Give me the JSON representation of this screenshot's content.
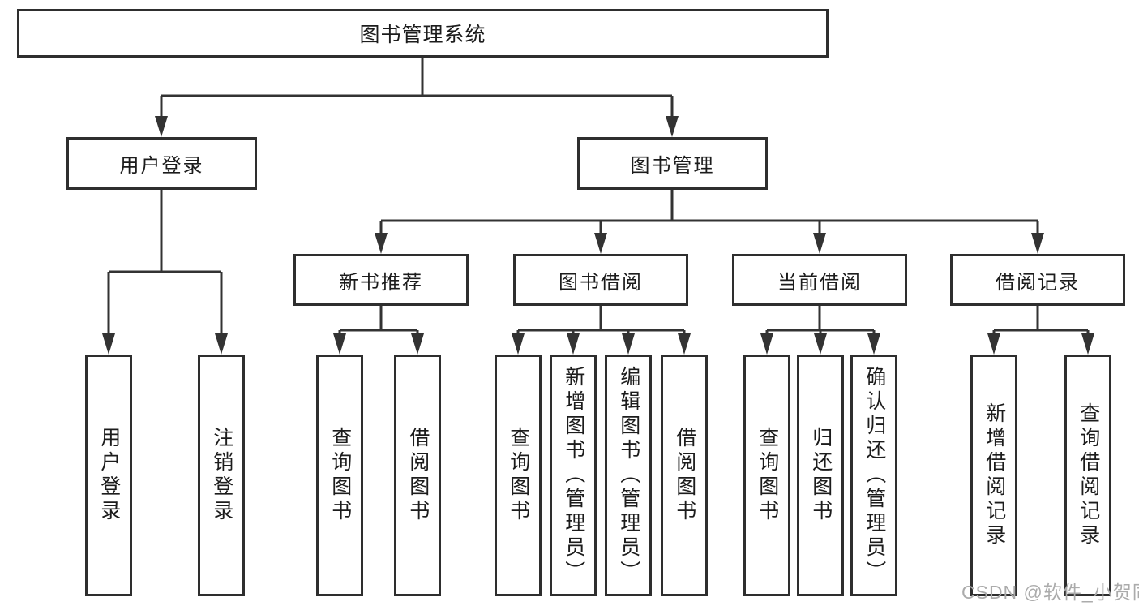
{
  "diagram_title": "图书管理系统",
  "colors": {
    "background": "#ffffff",
    "line": "#333333",
    "box_border": "#2e2e2e",
    "text": "#1c1c1c",
    "watermark": "#ababab"
  },
  "nodes": {
    "root": "图书管理系统",
    "level2": [
      "用户登录",
      "图书管理"
    ],
    "level3": [
      "新书推荐",
      "图书借阅",
      "当前借阅",
      "借阅记录"
    ],
    "leaves_login": [
      "用户登录",
      "注销登录"
    ],
    "leaves_recommend": [
      "查询图书",
      "借阅图书"
    ],
    "leaves_borrow": [
      "查询图书",
      "新增图书（管理员）",
      "编辑图书（管理员）",
      "借阅图书"
    ],
    "leaves_current": [
      "查询图书",
      "归还图书",
      "确认归还（管理员）"
    ],
    "leaves_records": [
      "新增借阅记录",
      "查询借阅记录"
    ]
  },
  "watermark": "CSDN @软件_小贺同学"
}
